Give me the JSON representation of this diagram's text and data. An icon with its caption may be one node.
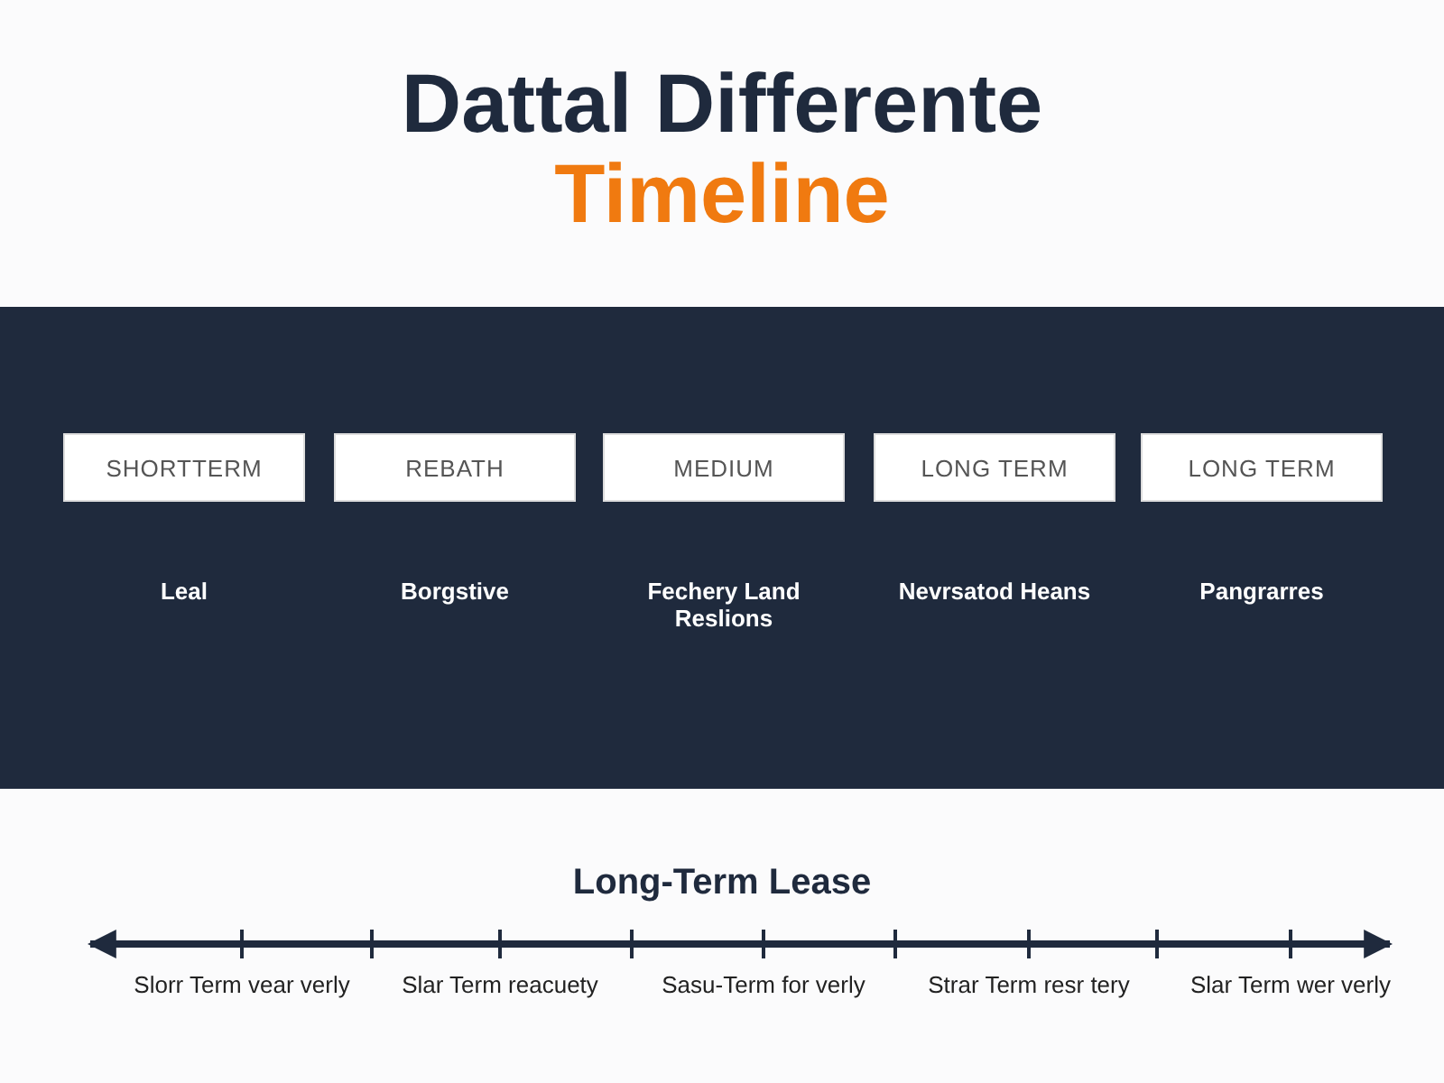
{
  "diagram": {
    "title": "Dattal Differente",
    "nodes": [
      {
        "text": [
          "SHORTTERM",
          "Leal"
        ]
      },
      {
        "text": [
          "REBATH",
          "Borgstive"
        ]
      },
      {
        "text": [
          "MEDIUM",
          "Fechery Land Reslions"
        ]
      },
      {
        "text": [
          "LONG TERM",
          "Nevrsatod Heans"
        ]
      },
      {
        "text": [
          "LONG TERM",
          "Pangrarres"
        ]
      }
    ],
    "labels": [
      "Timeline",
      "Long-Term Lease",
      "Slorr Term vear verly",
      "Slar Term reacuety",
      "Sasu-Term for verly",
      "Strar Term resr tery",
      "Slar Term wer verly"
    ]
  }
}
